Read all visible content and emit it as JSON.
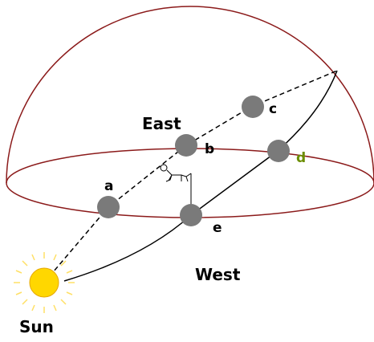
{
  "labels": {
    "east": "East",
    "west": "West",
    "sun": "Sun"
  },
  "points": [
    {
      "id": "a",
      "label": "a"
    },
    {
      "id": "b",
      "label": "b"
    },
    {
      "id": "c",
      "label": "c"
    },
    {
      "id": "d",
      "label": "d"
    },
    {
      "id": "e",
      "label": "e"
    }
  ],
  "colors": {
    "horizon_and_dome": "#8b1a1a",
    "planet_fill": "#7a7a7a",
    "sun_fill": "#ffd700",
    "sun_rays": "#ffe066",
    "text": "#000000",
    "label_d": "#6b8e00"
  },
  "icons": {
    "sun": "sun-icon",
    "observer": "stick-figure-observer-icon"
  }
}
